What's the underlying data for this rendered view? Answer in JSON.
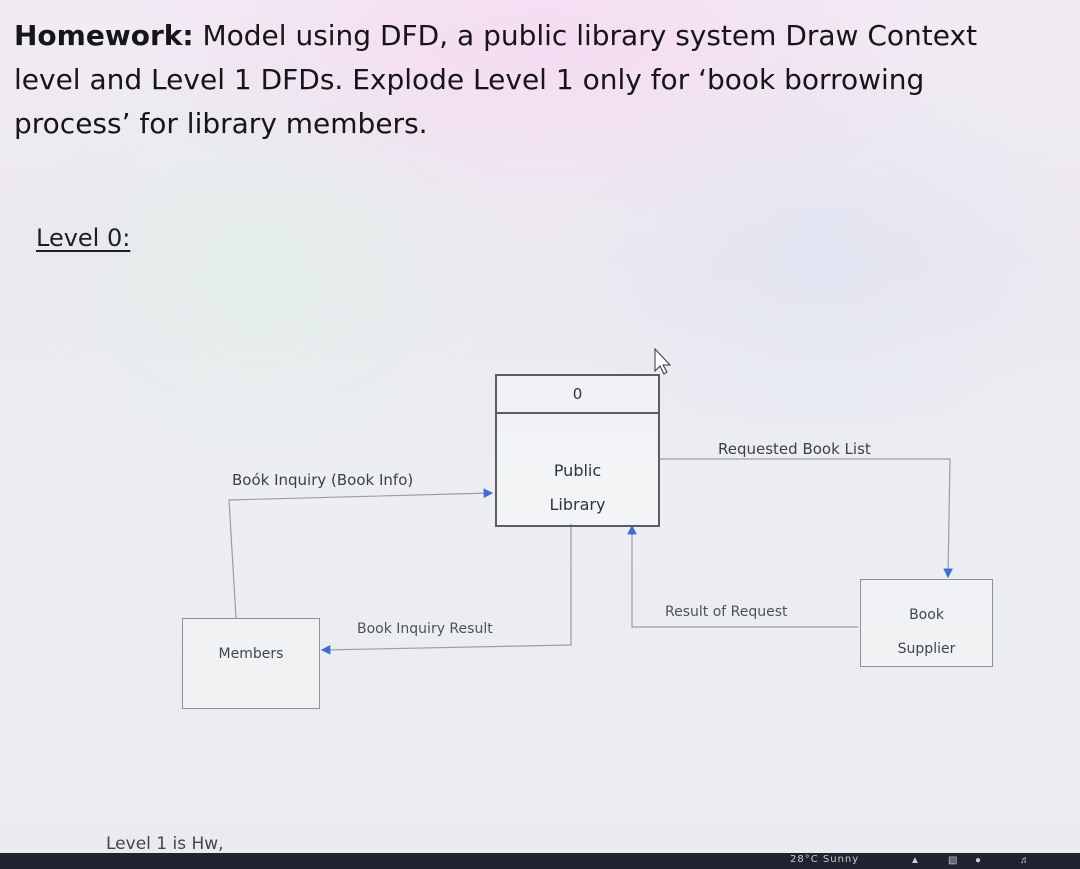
{
  "homework": {
    "label": "Homework:",
    "text": " Model using DFD, a public library system Draw Context level and Level 1 DFDs. Explode Level 1 only for ‘book borrowing process’ for library members."
  },
  "level0_heading": "Level 0:",
  "diagram": {
    "process": {
      "id": "0",
      "name_line1": "Public",
      "name_line2": "Library"
    },
    "entities": {
      "members": "Members",
      "supplier_line1": "Book",
      "supplier_line2": "Supplier"
    },
    "flows": {
      "book_inquiry": "Boók Inquiry (Book Info)",
      "book_inquiry_result": "Book Inquiry Result",
      "requested_book_list": "Requested Book List",
      "result_of_request": "Result of Request"
    },
    "colors": {
      "line": "#8e919a",
      "arrow": "#3b6fd6",
      "box": "#5a5d68"
    }
  },
  "footer_text": "Level 1 is Hw,",
  "taskbar": {
    "weather_text": "28°C  Sunny"
  }
}
